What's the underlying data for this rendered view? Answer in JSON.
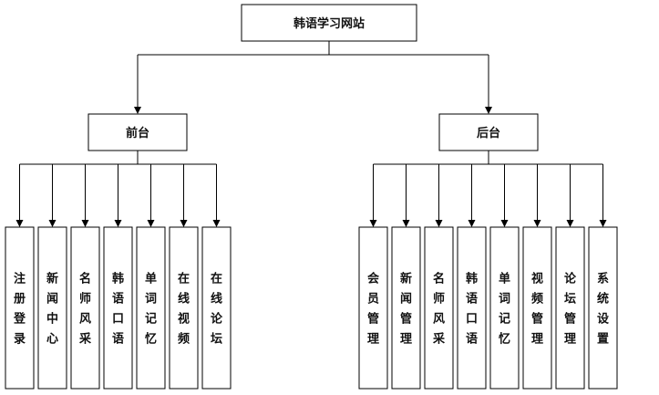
{
  "root": {
    "label": "韩语学习网站"
  },
  "branches": [
    {
      "label": "前台",
      "children": [
        "注册登录",
        "新闻中心",
        "名师风采",
        "韩语口语",
        "单词记忆",
        "在线视频",
        "在线论坛"
      ]
    },
    {
      "label": "后台",
      "children": [
        "会员管理",
        "新闻管理",
        "名师风采",
        "韩语口语",
        "单词记忆",
        "视频管理",
        "论坛管理",
        "系统设置"
      ]
    }
  ],
  "colors": {
    "stroke": "#000000",
    "text": "#111111",
    "background": "#ffffff"
  }
}
